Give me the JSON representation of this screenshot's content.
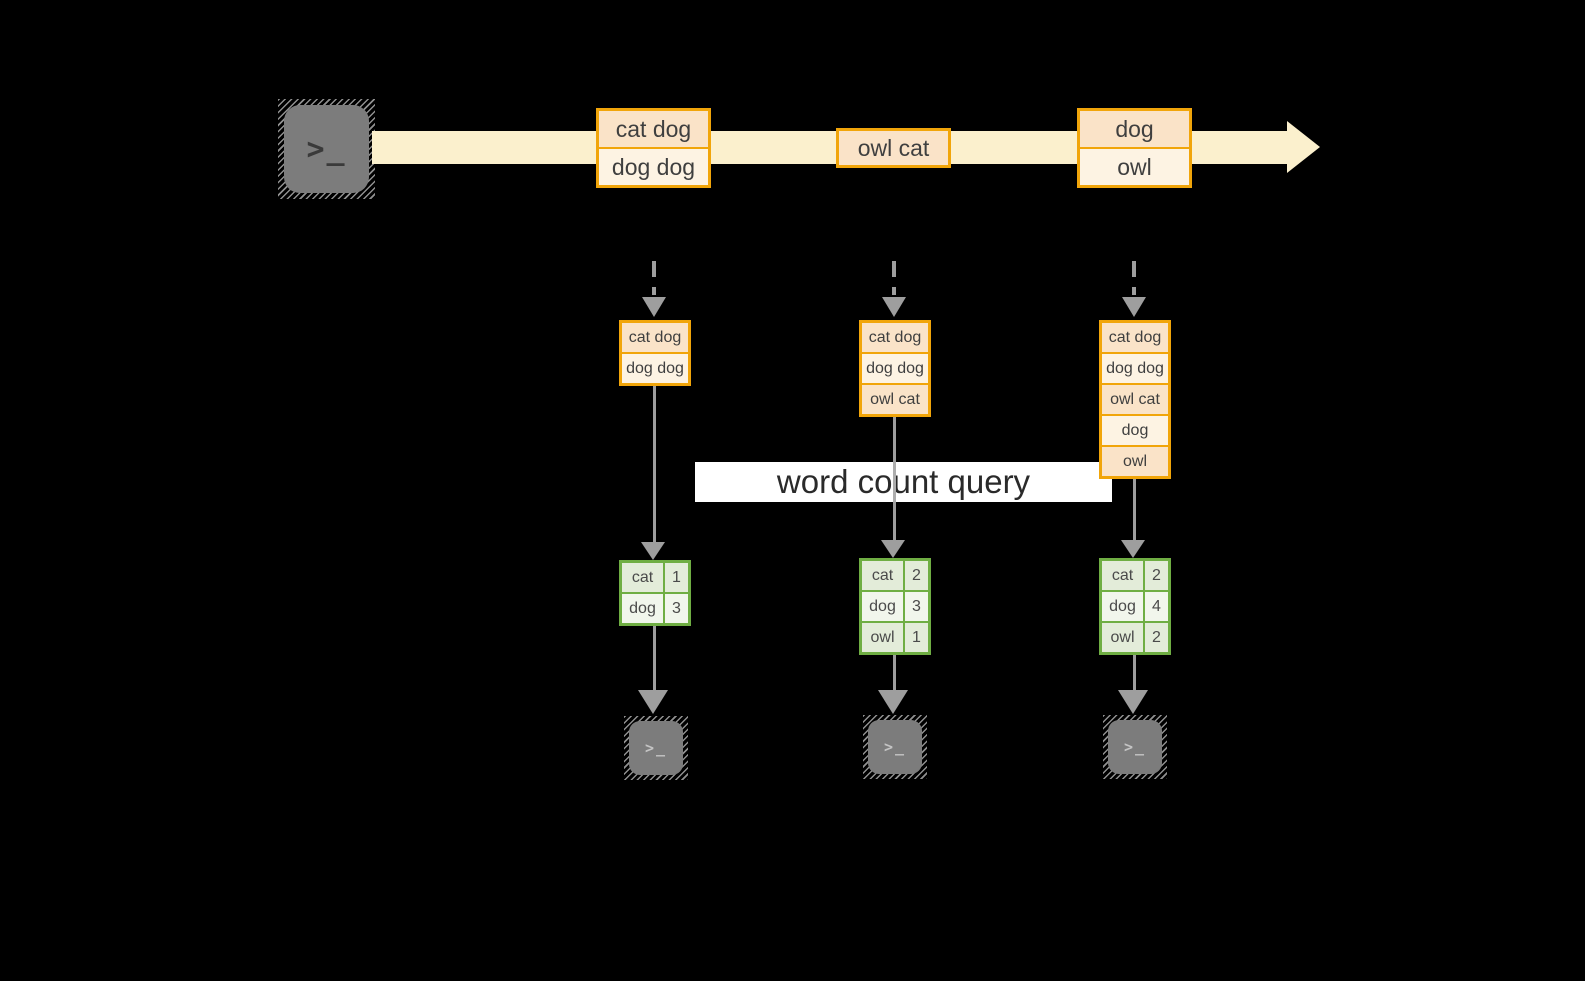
{
  "diagram": {
    "query_label": "word count query"
  },
  "stream": {
    "batches": [
      {
        "rows": [
          "cat dog",
          "dog dog"
        ]
      },
      {
        "rows": [
          "owl cat"
        ]
      },
      {
        "rows": [
          "dog",
          "owl"
        ]
      }
    ]
  },
  "columns": [
    {
      "accumulated": [
        "cat dog",
        "dog dog"
      ],
      "counts": [
        {
          "word": "cat",
          "count": "1"
        },
        {
          "word": "dog",
          "count": "3"
        }
      ]
    },
    {
      "accumulated": [
        "cat dog",
        "dog dog",
        "owl cat"
      ],
      "counts": [
        {
          "word": "cat",
          "count": "2"
        },
        {
          "word": "dog",
          "count": "3"
        },
        {
          "word": "owl",
          "count": "1"
        }
      ]
    },
    {
      "accumulated": [
        "cat dog",
        "dog dog",
        "owl cat",
        "dog",
        "owl"
      ],
      "counts": [
        {
          "word": "cat",
          "count": "2"
        },
        {
          "word": "dog",
          "count": "4"
        },
        {
          "word": "owl",
          "count": "2"
        }
      ]
    }
  ],
  "icons": {
    "terminal_glyph": ">_"
  },
  "colors": {
    "background": "#000000",
    "amber_border": "#F1A50A",
    "peach_row": "#FAE3C8",
    "cream_row": "#FDF3E3",
    "stream_arrow": "#FBF0CD",
    "green_border": "#6FAE43",
    "sage_cell": "#E3ECD9",
    "light_green_cell": "#F1F6EC",
    "connector_gray": "#9E9E9E",
    "terminal_gray": "#7C7C7C",
    "text": "#3F3F3F",
    "query_band": "#FFFFFF"
  }
}
